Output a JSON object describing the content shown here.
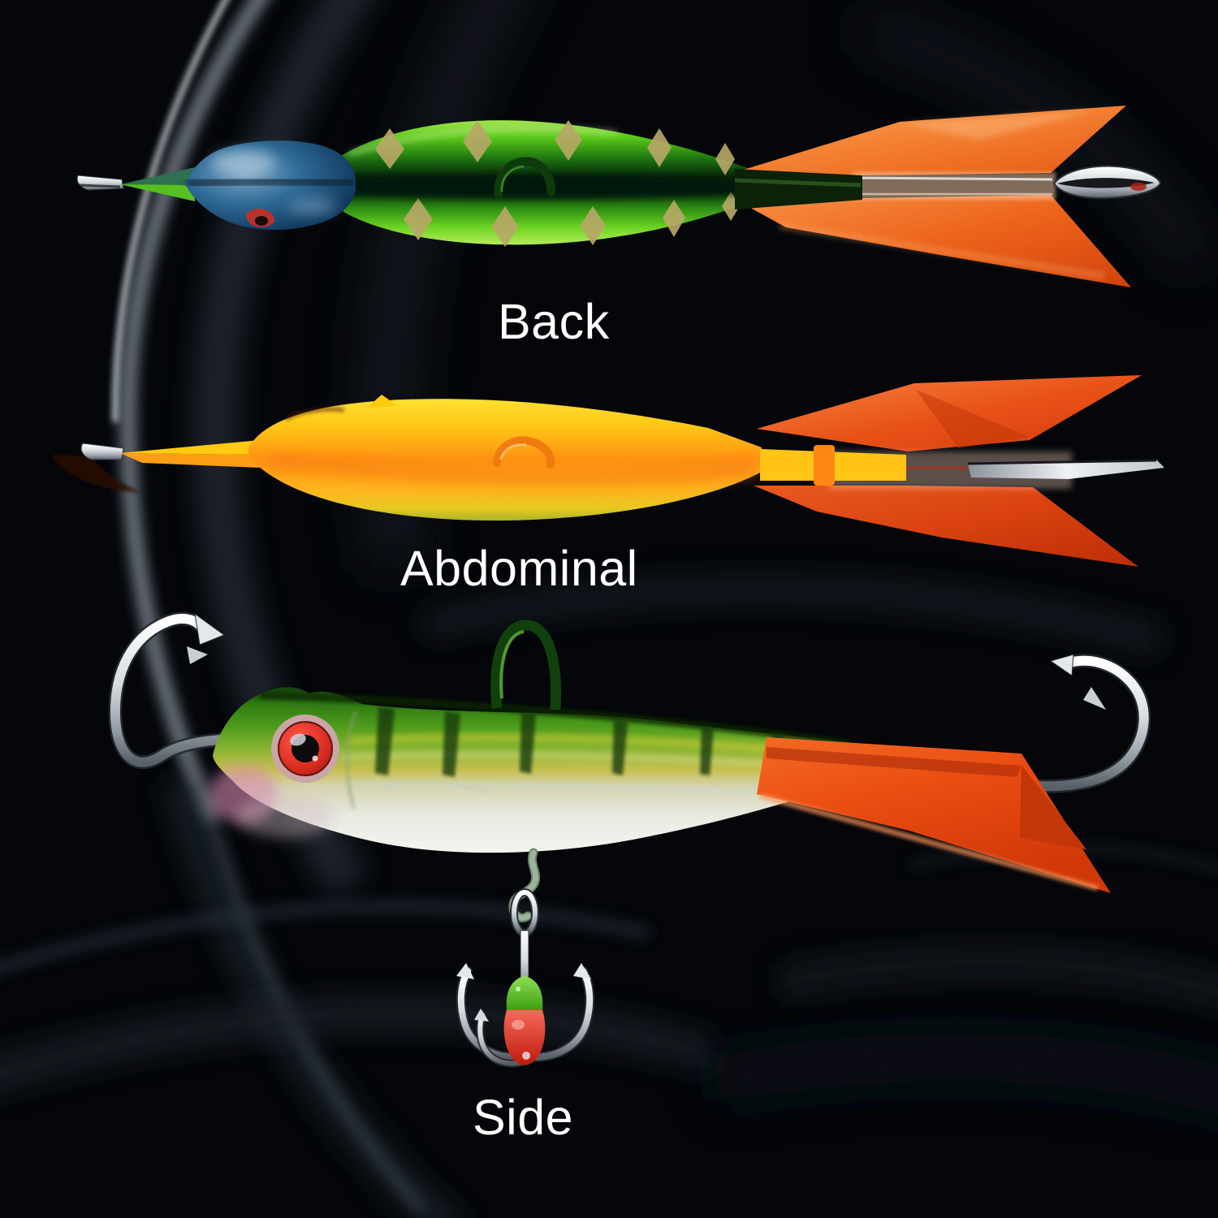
{
  "scene": {
    "background_color": "#04060a",
    "label_text_color": "#ffffff"
  },
  "views": [
    {
      "id": "back",
      "label": "Back",
      "colors": {
        "head_blue": "#1d4b74",
        "body_green": "#55c020",
        "pattern_gold": "#b9a868",
        "eye_red": "#c03028",
        "tail_fin_orange": "#f4741e",
        "hook_silver": "#d8dde2"
      }
    },
    {
      "id": "abdominal",
      "label": "Abdominal",
      "colors": {
        "body_yellow": "#ffc714",
        "belly_orange": "#ff9114",
        "rim_green": "#aab628",
        "tail_fin_red_orange": "#e8481a",
        "hook_silver": "#d8dde2"
      }
    },
    {
      "id": "side",
      "label": "Side",
      "colors": {
        "back_green": "#2e7a12",
        "belly_silver": "#f0f2ec",
        "eye_red": "#d82a1e",
        "chin_pink": "#d688b0",
        "tail_fin_red_orange": "#ea4c12",
        "line_tie_green": "#11400c",
        "clip_sage": "#9cb49c",
        "treble_bead_green": "#54c41e",
        "treble_bead_red": "#d81e10",
        "hook_silver": "#d8dde2"
      }
    }
  ]
}
